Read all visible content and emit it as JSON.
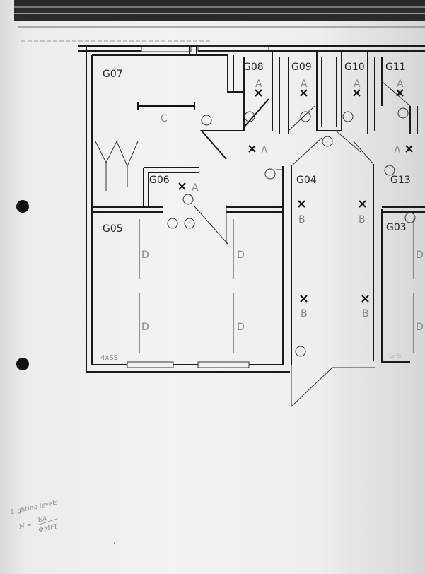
{
  "plan": {
    "rooms": [
      "G07",
      "G08",
      "G09",
      "G10",
      "G11",
      "G06",
      "G04",
      "G13",
      "G05",
      "G03"
    ],
    "fixture_types": {
      "a": "A",
      "b": "B",
      "c": "C",
      "d": "D"
    },
    "annotation_bottom_left": "4xSS",
    "annotation_bottom_right": "G-S"
  },
  "handwritten_note": {
    "line1": "Lighting levels",
    "formula_lhs": "N =",
    "numerator": "EA",
    "denominator": "ΦMFI"
  },
  "colors": {
    "ink": "#1a1a1a",
    "paper": "#eeeeee",
    "fixture_letter": "#888888"
  }
}
